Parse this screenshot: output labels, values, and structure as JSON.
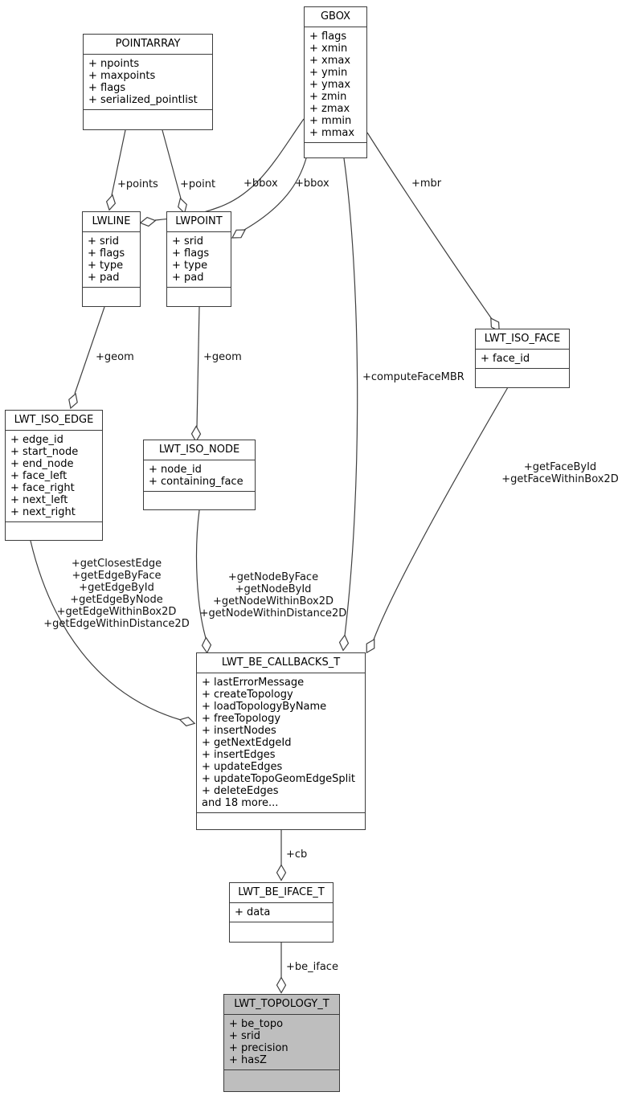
{
  "diagram": {
    "background": "#ffffff",
    "line_color": "#404040",
    "node_fill": "#ffffff",
    "highlight_fill": "#bebebe",
    "border_color": "#3c3c3c"
  },
  "classes": [
    {
      "name": "POINTARRAY",
      "attrs": [
        "+ npoints",
        "+ maxpoints",
        "+ flags",
        "+ serialized_pointlist"
      ]
    },
    {
      "name": "GBOX",
      "attrs": [
        "+ flags",
        "+ xmin",
        "+ xmax",
        "+ ymin",
        "+ ymax",
        "+ zmin",
        "+ zmax",
        "+ mmin",
        "+ mmax"
      ]
    },
    {
      "name": "LWLINE",
      "attrs": [
        "+ srid",
        "+ flags",
        "+ type",
        "+ pad"
      ]
    },
    {
      "name": "LWPOINT",
      "attrs": [
        "+ srid",
        "+ flags",
        "+ type",
        "+ pad"
      ]
    },
    {
      "name": "LWT_ISO_EDGE",
      "attrs": [
        "+ edge_id",
        "+ start_node",
        "+ end_node",
        "+ face_left",
        "+ face_right",
        "+ next_left",
        "+ next_right"
      ]
    },
    {
      "name": "LWT_ISO_NODE",
      "attrs": [
        "+ node_id",
        "+ containing_face"
      ]
    },
    {
      "name": "LWT_ISO_FACE",
      "attrs": [
        "+ face_id"
      ]
    },
    {
      "name": "LWT_BE_CALLBACKS_T",
      "attrs": [
        "+ lastErrorMessage",
        "+ createTopology",
        "+ loadTopologyByName",
        "+ freeTopology",
        "+ insertNodes",
        "+ getNextEdgeId",
        "+ insertEdges",
        "+ updateEdges",
        "+ updateTopoGeomEdgeSplit",
        "+ deleteEdges",
        "and 18 more..."
      ]
    },
    {
      "name": "LWT_BE_IFACE_T",
      "attrs": [
        "+ data"
      ]
    },
    {
      "name": "LWT_TOPOLOGY_T",
      "attrs": [
        "+ be_topo",
        "+ srid",
        "+ precision",
        "+ hasZ"
      ]
    }
  ],
  "edge_labels": {
    "points": "+points",
    "point": "+point",
    "bbox_line": "+bbox",
    "bbox_point": "+bbox",
    "mbr": "+mbr",
    "geom_edge": "+geom",
    "geom_node": "+geom",
    "compute_face_mbr": "+computeFaceMBR",
    "cb": "+cb",
    "be_iface": "+be_iface",
    "edge_group": [
      "+getClosestEdge",
      "+getEdgeByFace",
      "+getEdgeById",
      "+getEdgeByNode",
      "+getEdgeWithinBox2D",
      "+getEdgeWithinDistance2D"
    ],
    "node_group": [
      "+getNodeByFace",
      "+getNodeById",
      "+getNodeWithinBox2D",
      "+getNodeWithinDistance2D"
    ],
    "face_group": [
      "+getFaceById",
      "+getFaceWithinBox2D"
    ]
  }
}
